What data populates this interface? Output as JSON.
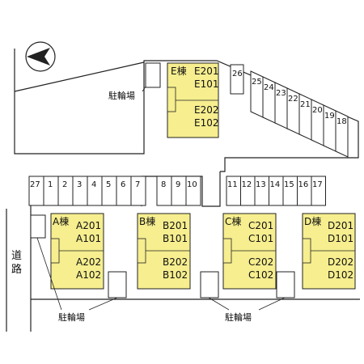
{
  "colors": {
    "building_fill": "#F6EE8F",
    "line": "#222222",
    "background": "#FFFFFF"
  },
  "compass": {
    "icon": "north-arrow-icon"
  },
  "road_label_chars": [
    "道",
    "路"
  ],
  "bike_label": "駐輪場",
  "top_parking": [
    "26",
    "25",
    "24",
    "23",
    "22",
    "21",
    "20",
    "19",
    "18"
  ],
  "mid_parking_left": [
    "27",
    "1",
    "2",
    "3",
    "4",
    "5",
    "6",
    "7",
    "8",
    "9",
    "10"
  ],
  "mid_parking_right": [
    "11",
    "12",
    "13",
    "14",
    "15",
    "16",
    "17"
  ],
  "buildings": [
    {
      "id": "E",
      "name": "E棟",
      "units_top": [
        "E201",
        "E101"
      ],
      "units_bottom": [
        "E202",
        "E102"
      ]
    },
    {
      "id": "A",
      "name": "A棟",
      "units_top": [
        "A201",
        "A101"
      ],
      "units_bottom": [
        "A202",
        "A102"
      ]
    },
    {
      "id": "B",
      "name": "B棟",
      "units_top": [
        "B201",
        "B101"
      ],
      "units_bottom": [
        "B202",
        "B102"
      ]
    },
    {
      "id": "C",
      "name": "C棟",
      "units_top": [
        "C201",
        "C101"
      ],
      "units_bottom": [
        "C202",
        "C102"
      ]
    },
    {
      "id": "D",
      "name": "D棟",
      "units_top": [
        "D201",
        "D101"
      ],
      "units_bottom": [
        "D202",
        "D102"
      ]
    }
  ]
}
